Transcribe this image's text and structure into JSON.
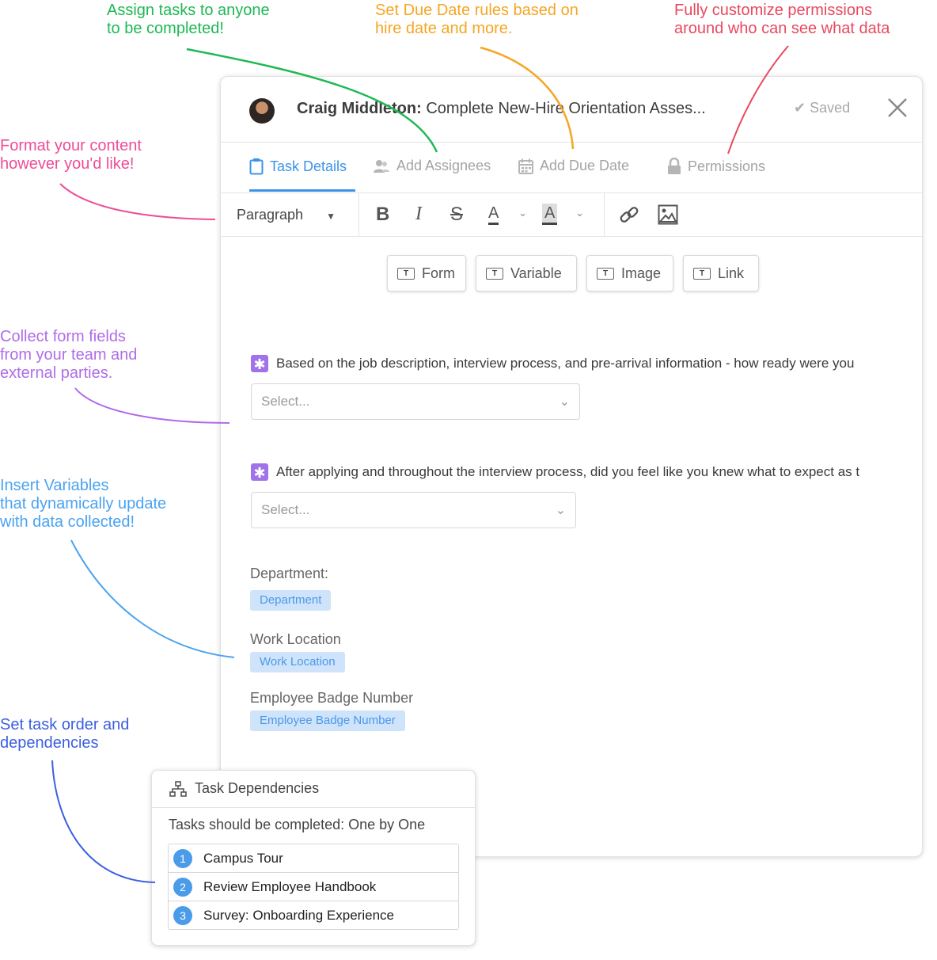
{
  "annotations": {
    "assign": {
      "line1": "Assign tasks to anyone",
      "line2": "to be completed!",
      "color": "#1db954"
    },
    "due": {
      "line1": "Set Due Date rules based on",
      "line2": "hire date and more.",
      "color": "#f5a623"
    },
    "perms": {
      "line1": "Fully customize permissions",
      "line2": "around who can see what data",
      "color": "#e8495e"
    },
    "format": {
      "line1": "Format your content",
      "line2": "however you'd like!",
      "color": "#ee4c97"
    },
    "forms": {
      "line1": "Collect form fields",
      "line2": "from your team and",
      "line3": "external parties.",
      "color": "#b06ce8"
    },
    "variables": {
      "line1": "Insert Variables",
      "line2": "that dynamically update",
      "line3": "with data collected!",
      "color": "#4aa3f0"
    },
    "order": {
      "line1": "Set task order and",
      "line2": "dependencies",
      "color": "#3b5fe0"
    }
  },
  "header": {
    "assignee": "Craig Middleton:",
    "task_title": "Complete New-Hire Orientation Asses...",
    "saved_label": "Saved"
  },
  "tabs": [
    {
      "label": "Task Details",
      "icon": "clipboard-icon"
    },
    {
      "label": "Add Assignees",
      "icon": "users-icon"
    },
    {
      "label": "Add Due Date",
      "icon": "calendar-icon"
    },
    {
      "label": "Permissions",
      "icon": "lock-icon"
    }
  ],
  "toolbar": {
    "paragraph": "Paragraph",
    "bold": "B",
    "italic": "I",
    "strike": "S",
    "font_color": "A",
    "highlight": "A"
  },
  "insert_buttons": [
    "Form",
    "Variable",
    "Image",
    "Link"
  ],
  "questions": [
    {
      "text": "Based on the job description, interview process, and pre-arrival information - how ready were you",
      "placeholder": "Select..."
    },
    {
      "text": "After applying and throughout the interview process, did you feel like you knew what to expect as t",
      "placeholder": "Select..."
    }
  ],
  "variables": [
    {
      "label": "Department:",
      "chip": "Department"
    },
    {
      "label": "Work Location",
      "chip": "Work Location"
    },
    {
      "label": "Employee Badge Number",
      "chip": "Employee Badge Number"
    }
  ],
  "dependencies": {
    "title": "Task Dependencies",
    "subtitle": "Tasks should be completed: One by One",
    "items": [
      {
        "num": "1",
        "label": "Campus Tour"
      },
      {
        "num": "2",
        "label": "Review Employee Handbook"
      },
      {
        "num": "3",
        "label": "Survey: Onboarding Experience"
      }
    ]
  },
  "colors": {
    "accent": "#3b94e8",
    "required": "#a173e8",
    "chip_bg": "#cfe4fb"
  }
}
